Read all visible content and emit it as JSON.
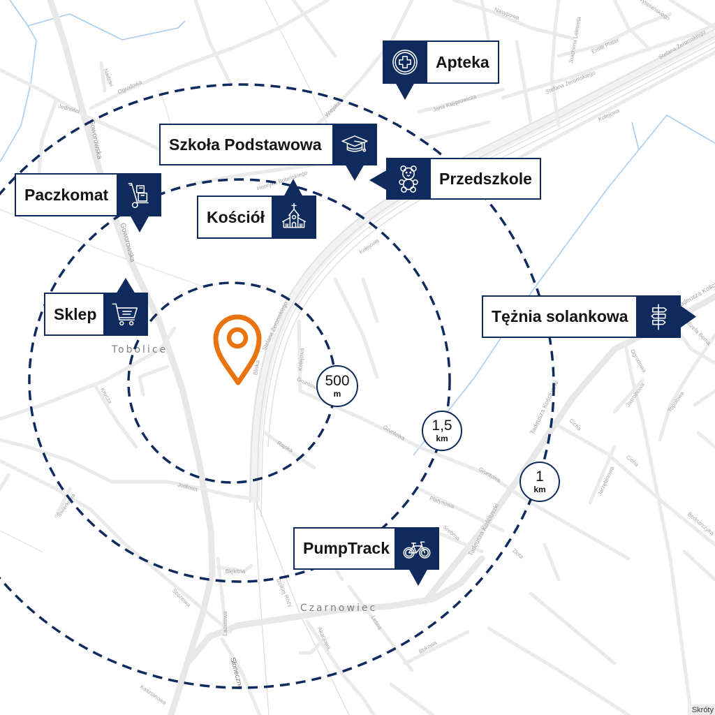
{
  "map": {
    "places": {
      "tobolice": "Tobolice",
      "czarnowiec": "Czarnowiec"
    },
    "streets": [
      "Nasypowa",
      "Joachima Lelewela",
      "Emilii Plater",
      "Stefana Żeromskiego",
      "Stefana Żeromskiego",
      "Wyspiańskiego",
      "Kolejowa",
      "Jana Kasprowicza",
      "Wiejska",
      "Henryka Bobińskiego",
      "Goworowska",
      "Goworowska",
      "Ogrodowa",
      "Jedności",
      "Nadziei",
      "Kolejowa",
      "Stefana Żeromskiego",
      "Kolejowa",
      "Bliska",
      "Gruntowa",
      "Gruntowa",
      "Gruntowa",
      "Rajska",
      "Krucza",
      "Jodłowa",
      "Świerkowa",
      "Tadeusza Kościuszki",
      "Tadeusza Kościuszki",
      "Tadeusza Kościuszki",
      "Cicha",
      "Cicha",
      "Ogrodowa",
      "Jaśminowa",
      "Topolowa",
      "Jarzębinowa",
      "Bednarczyka",
      "Platynowa",
      "Srebrna",
      "Złota",
      "Błękitna",
      "Sosnowa",
      "Lazurowa",
      "Słoneczna",
      "Kasztanowa",
      "Akacjowa",
      "Leśna",
      "Dzikiej Róży",
      "Bukowa",
      "Józefa Bema"
    ],
    "shortcuts_label": "Skróty"
  },
  "location_pin": {
    "icon": "map-pin-icon"
  },
  "markers": [
    {
      "label": "Apteka",
      "icon": "pharmacy-cross-icon"
    },
    {
      "label": "Szkoła Podstawowa",
      "icon": "graduation-cap-icon"
    },
    {
      "label": "Przedszkole",
      "icon": "teddy-bear-icon"
    },
    {
      "label": "Paczkomat",
      "icon": "hand-truck-icon"
    },
    {
      "label": "Kościół",
      "icon": "church-icon"
    },
    {
      "label": "Sklep",
      "icon": "shopping-cart-icon"
    },
    {
      "label": "Tężnia solankowa",
      "icon": "signpost-icon"
    },
    {
      "label": "PumpTrack",
      "icon": "bicycle-icon"
    }
  ],
  "radii": [
    {
      "value": "500",
      "unit": "m"
    },
    {
      "value": "1,5",
      "unit": "km"
    },
    {
      "value": "1",
      "unit": "km"
    }
  ],
  "colors": {
    "navy": "#0f2a5c",
    "orange": "#e8730f",
    "road": "#e8e8e8",
    "water": "#a9cdee"
  }
}
